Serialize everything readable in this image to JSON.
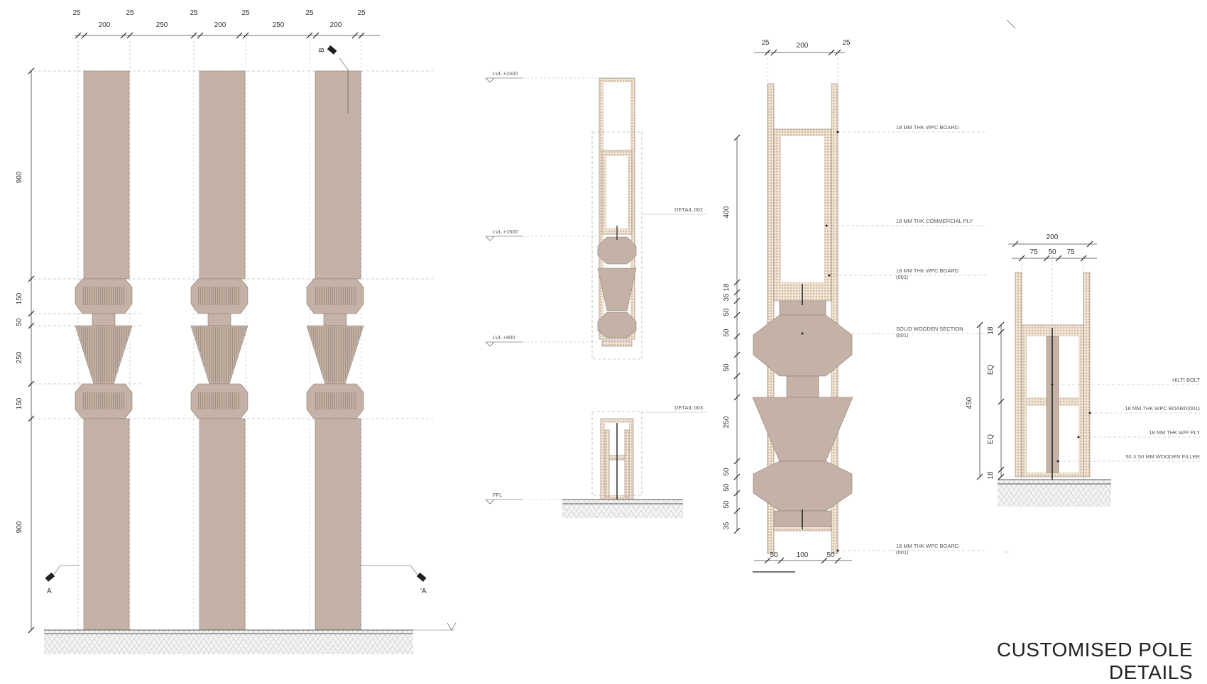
{
  "title": "CUSTOMISED POLE DETAILS",
  "elevation": {
    "top_dims": [
      "25",
      "200",
      "25",
      "250",
      "25",
      "200",
      "25",
      "250",
      "25",
      "200",
      "25"
    ],
    "side_dims": [
      "900",
      "150",
      "50",
      "250",
      "150",
      "900"
    ],
    "section_marks": [
      "A",
      "'A",
      "B"
    ]
  },
  "section": {
    "levels": [
      "LVL +2400",
      "LVL +1500",
      "LVL +900",
      "FFL"
    ],
    "callouts": [
      "DETAIL 002",
      "DETAIL 003"
    ]
  },
  "detail002": {
    "top_dims": [
      "25",
      "200",
      "25"
    ],
    "side_dims": [
      "400",
      "35",
      "18",
      "50",
      "50",
      "50",
      "250",
      "50",
      "50",
      "50",
      "35"
    ],
    "bottom_dims": [
      "50",
      "100",
      "50"
    ],
    "labels": [
      "18 MM THK WPC BOARD",
      "18 MM THK COMMERCIAL PLY",
      "18 MM THK WPC BOARD (001)",
      "SOLID WOODEN SECTION (001)",
      "18 MM THK WPC BOARD (001)"
    ]
  },
  "detail003": {
    "top_dims": [
      "200",
      "75",
      "50",
      "75"
    ],
    "side_dims": [
      "18",
      "EQ",
      "EQ",
      "18",
      "450"
    ],
    "labels": [
      "HILTI BOLT",
      "18 MM THK WPC BOARD(001)",
      "18 MM THK W/P PLY",
      "50 X 50 MM WOODEN FILLER"
    ]
  }
}
